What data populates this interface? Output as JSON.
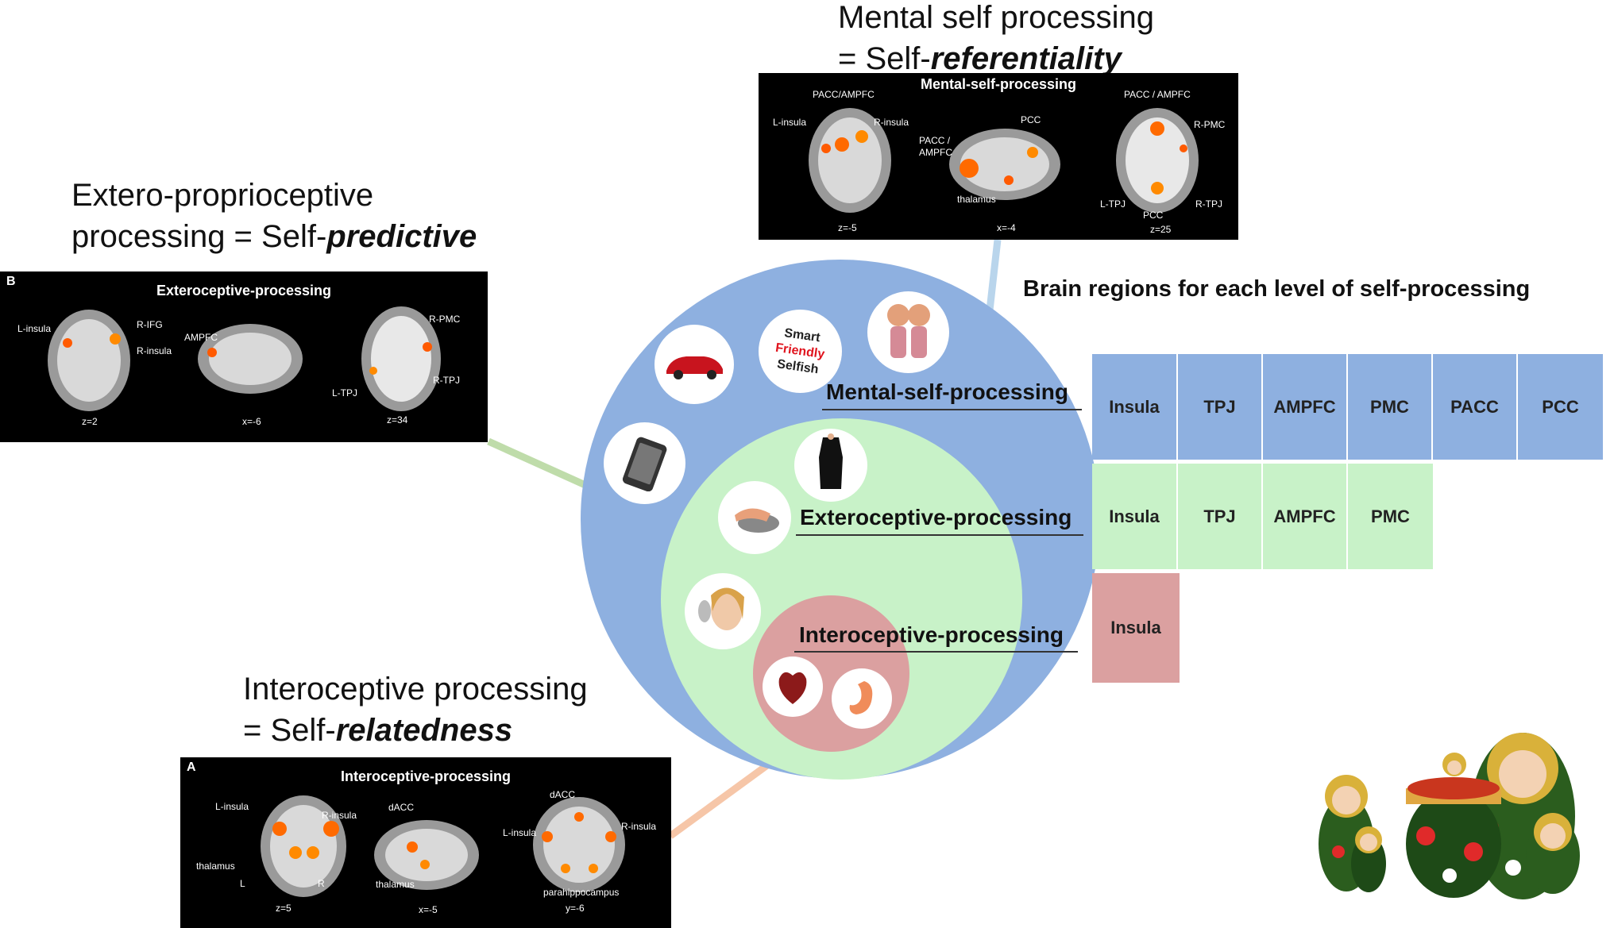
{
  "labels": {
    "mental": {
      "line1": "Mental self processing",
      "prefix": "= Self-",
      "emph": "referentiality"
    },
    "extero": {
      "line1": "Extero-proprioceptive",
      "prefix": "processing = Self-",
      "emph": "predictive"
    },
    "intero": {
      "line1": "Interoceptive processing",
      "prefix": "= Self-",
      "emph": "relatedness"
    }
  },
  "panels": {
    "mental": {
      "title": "Mental-self-processing",
      "regions": [
        "PACC/AMPFC",
        "L-insula",
        "R-insula",
        "PACC /",
        "AMPFC",
        "PCC",
        "thalamus",
        "PACC / AMPFC",
        "R-PMC",
        "L-TPJ",
        "PCC",
        "R-TPJ"
      ],
      "coords": [
        "z=-5",
        "x=-4",
        "z=25"
      ]
    },
    "extero": {
      "letter": "B",
      "title": "Exteroceptive-processing",
      "regions": [
        "L-insula",
        "R-IFG",
        "R-insula",
        "AMPFC",
        "R-PMC",
        "L-TPJ",
        "R-TPJ"
      ],
      "coords": [
        "z=2",
        "x=-6",
        "z=34"
      ]
    },
    "intero": {
      "letter": "A",
      "title": "Interoceptive-processing",
      "regions": [
        "L-insula",
        "R-insula",
        "thalamus",
        "L",
        "R",
        "dACC",
        "thalamus",
        "dACC",
        "L-insula",
        "R-insula",
        "parahippocampus"
      ],
      "coords": [
        "z=5",
        "x=-5",
        "y=-6"
      ]
    }
  },
  "diagram": {
    "levels": [
      "Mental-self-processing",
      "Exteroceptive-processing",
      "Interoceptive-processing"
    ],
    "smart_text": [
      "Smart",
      "Friendly",
      "Selfish"
    ],
    "icons": [
      "car-icon",
      "smart-friendly-selfish-icon",
      "people-icon",
      "phone-icon",
      "swimsuit-icon",
      "hand-mouse-icon",
      "face-mirror-icon",
      "heart-organ-icon",
      "stomach-organ-icon"
    ]
  },
  "table": {
    "title": "Brain regions for each level of  self-processing",
    "rows": [
      {
        "level": "mental",
        "cells": [
          "Insula",
          "TPJ",
          "AMPFC",
          "PMC",
          "PACC",
          "PCC"
        ]
      },
      {
        "level": "extero",
        "cells": [
          "Insula",
          "TPJ",
          "AMPFC",
          "PMC"
        ]
      },
      {
        "level": "intero",
        "cells": [
          "Insula"
        ]
      }
    ]
  },
  "colors": {
    "mental": "#8eb0e0",
    "extero": "#c8f2c8",
    "intero": "#dba0a0",
    "arrow_mental": "#b9d5ec",
    "arrow_extero": "#bfdcaa",
    "arrow_intero": "#f6c6a8"
  }
}
